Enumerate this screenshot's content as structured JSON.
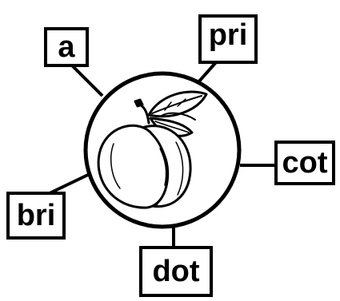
{
  "worksheet": {
    "picture_icon": "apricot-icon",
    "syllables": {
      "a": "a",
      "pri": "pri",
      "cot": "cot",
      "dot": "dot",
      "bri": "bri"
    }
  },
  "colors": {
    "ink": "#000000",
    "paper": "#ffffff"
  }
}
